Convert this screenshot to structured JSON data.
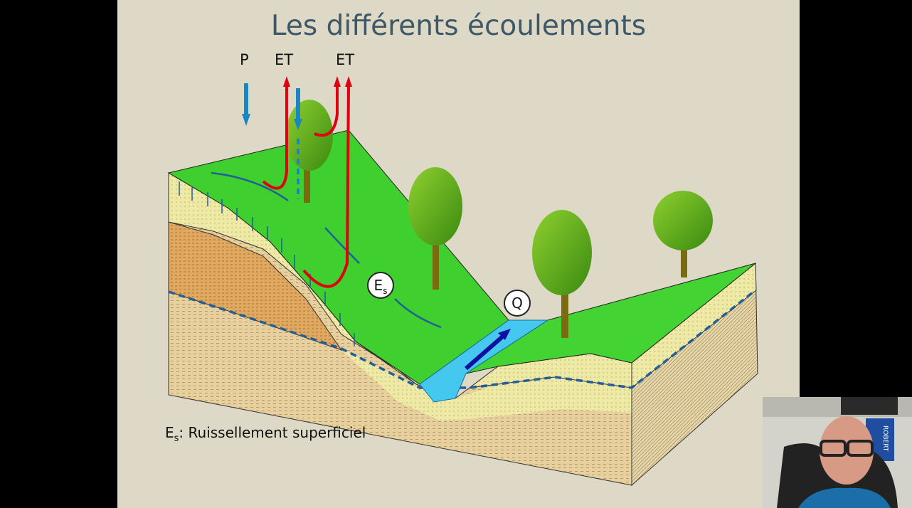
{
  "slide": {
    "title": "Les différents écoulements",
    "labels": {
      "precipitation": "P",
      "evapotranspiration_1": "ET",
      "evapotranspiration_2": "ET",
      "surface_runoff_main": "E",
      "surface_runoff_sub": "s",
      "discharge": "Q"
    },
    "caption": {
      "main": "E",
      "sub": "s",
      "text": ": Ruissellement superficiel"
    }
  },
  "webcam": {
    "book_spine": "ROBERT"
  },
  "colors": {
    "background": "#ddd9c6",
    "title": "#3e5868",
    "grass": "#3fcf2f",
    "soil": "#efe9a6",
    "water": "#45c8f0",
    "et_arrow": "#e00010",
    "rain_arrow": "#1a86c4"
  }
}
